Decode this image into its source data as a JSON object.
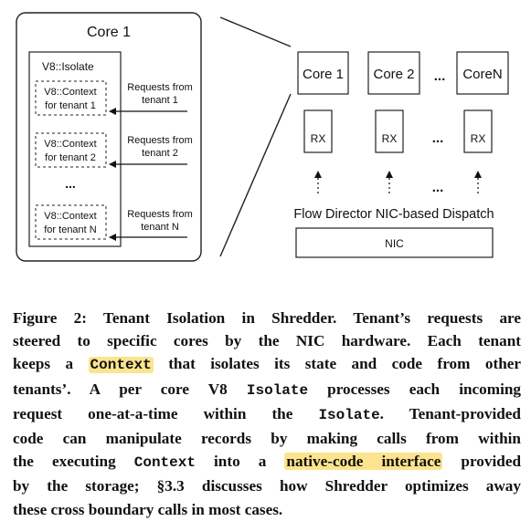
{
  "figure": {
    "core_box_title": "Core 1",
    "isolate_label": "V8::Isolate",
    "contexts": [
      {
        "line1": "V8::Context",
        "line2": "for tenant 1"
      },
      {
        "line1": "V8::Context",
        "line2": "for tenant 2"
      },
      {
        "line1": "V8::Context",
        "line2": "for tenant N"
      }
    ],
    "context_ellipsis": "...",
    "requests": [
      {
        "line1": "Requests from",
        "line2": "tenant 1"
      },
      {
        "line1": "Requests from",
        "line2": "tenant 2"
      },
      {
        "line1": "Requests from",
        "line2": "tenant N"
      }
    ],
    "cores": [
      "Core 1",
      "Core 2",
      "CoreN"
    ],
    "cores_ellipsis": "...",
    "rx_label": "RX",
    "rx_ellipsis": "...",
    "arrow_ellipsis": "...",
    "dispatch_label": "Flow Director NIC-based Dispatch",
    "nic_label": "NIC",
    "highlight_color": "#fbe48d"
  },
  "caption": {
    "l1": "Figure 2: Tenant Isolation in Shredder. Tenant’s requests are",
    "l2": "steered to specific cores by the NIC hardware. Each tenant",
    "l3a": "keeps a",
    "l3_code": "Context",
    "l3b": "that isolates its state and code from other",
    "l4a": "tenants’. A per core V8",
    "l4_code": "Isolate",
    "l4b": "processes each incoming",
    "l5a": "request one-at-a-time within the",
    "l5_code": "Isolate",
    "l5b": ". Tenant-provided",
    "l6": "code can manipulate records by making calls from within",
    "l7a": "the executing",
    "l7_code": "Context",
    "l7b": "into a",
    "l7_hl": "native-code interface",
    "l7c": "provided",
    "l8": "by the storage; §3.3 discusses how Shredder optimizes away",
    "l9": "these cross boundary calls in most cases."
  }
}
